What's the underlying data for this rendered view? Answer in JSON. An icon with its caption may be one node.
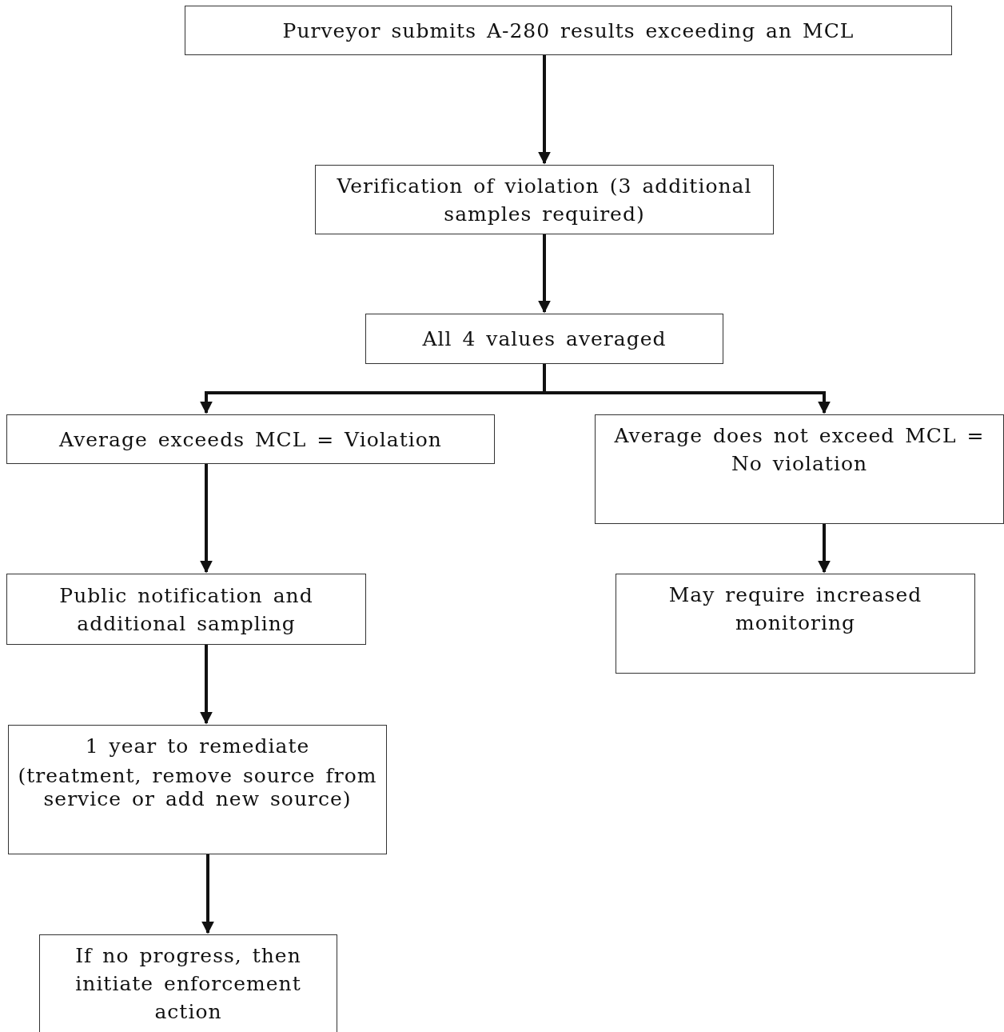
{
  "diagram": {
    "nodes": [
      {
        "text": [
          "Purveyor submits A-280 results exceeding an MCL"
        ]
      },
      {
        "text": [
          "Verification of violation (3 additional samples required)"
        ]
      },
      {
        "text": [
          "All 4 values averaged"
        ]
      },
      {
        "text": [
          "Average exceeds MCL = Violation"
        ]
      },
      {
        "text": [
          "Average does not exceed MCL = No violation"
        ]
      },
      {
        "text": [
          "Public notification and additional sampling"
        ]
      },
      {
        "text": [
          "May require increased monitoring"
        ]
      },
      {
        "text": [
          "1 year to remediate",
          "(treatment, remove source from service or add new source)"
        ]
      },
      {
        "text": [
          "If no progress, then initiate enforcement action"
        ]
      }
    ],
    "edges": [
      {
        "from": 0,
        "to": 1,
        "arrow": "to"
      },
      {
        "from": 1,
        "to": 2,
        "arrow": "to"
      },
      {
        "from": 2,
        "to": 3,
        "arrow": "to"
      },
      {
        "from": 2,
        "to": 4,
        "arrow": "to"
      },
      {
        "from": 3,
        "to": 5,
        "arrow": "to"
      },
      {
        "from": 4,
        "to": 6,
        "arrow": "to"
      },
      {
        "from": 5,
        "to": 7,
        "arrow": "to"
      },
      {
        "from": 7,
        "to": 8,
        "arrow": "to"
      }
    ]
  }
}
